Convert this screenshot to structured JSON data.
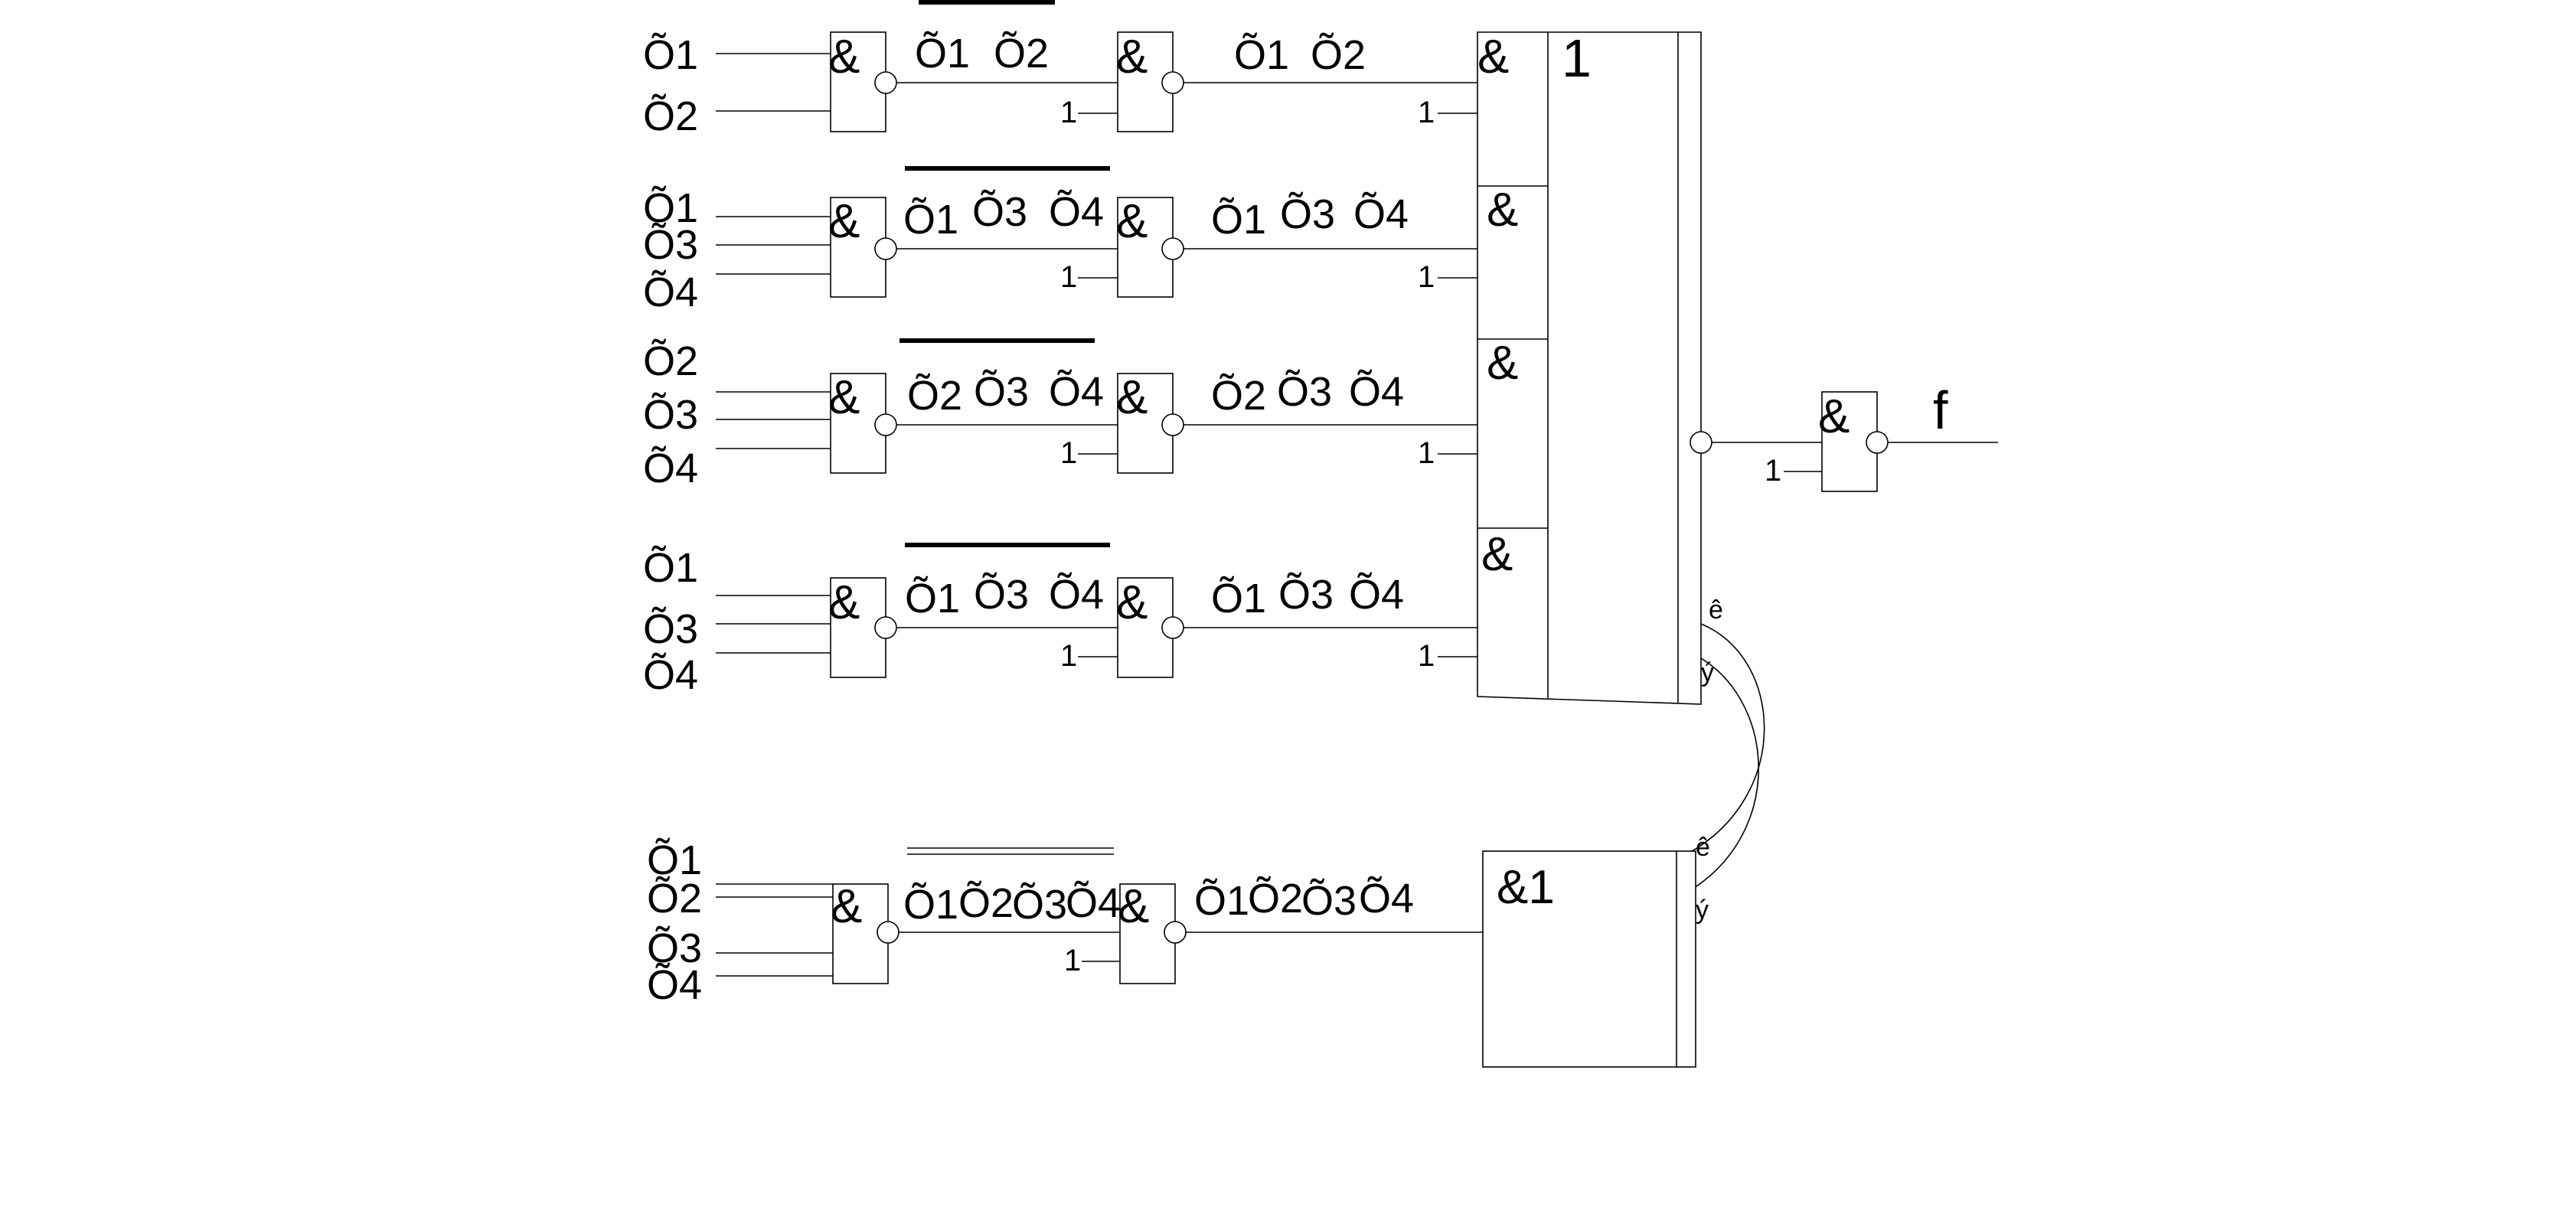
{
  "gate_symbols": {
    "and": "&",
    "or": "1",
    "constant_one": "1",
    "output": "f",
    "tri_k": "ê",
    "tri_y": "ý",
    "and_one": "&1"
  },
  "rows": [
    {
      "inputs": [
        "Õ1",
        "Õ2"
      ],
      "nand_terms": [
        "Õ1",
        "Õ2"
      ],
      "and_terms": [
        "Õ1",
        "Õ2"
      ]
    },
    {
      "inputs": [
        "Õ1",
        "Õ3",
        "Õ4"
      ],
      "nand_terms": [
        "Õ1",
        "Õ3",
        "Õ4"
      ],
      "and_terms": [
        "Õ1",
        "Õ3",
        "Õ4"
      ]
    },
    {
      "inputs": [
        "Õ2",
        "Õ3",
        "Õ4"
      ],
      "nand_terms": [
        "Õ2",
        "Õ3",
        "Õ4"
      ],
      "and_terms": [
        "Õ2",
        "Õ3",
        "Õ4"
      ]
    },
    {
      "inputs": [
        "Õ1",
        "Õ3",
        "Õ4"
      ],
      "nand_terms": [
        "Õ1",
        "Õ3",
        "Õ4"
      ],
      "and_terms": [
        "Õ1",
        "Õ3",
        "Õ4"
      ]
    },
    {
      "inputs": [
        "Õ1",
        "Õ2",
        "Õ3",
        "Õ4"
      ],
      "nand_terms": [
        "Õ1",
        "Õ2",
        "Õ3",
        "Õ4"
      ],
      "and_terms": [
        "Õ1",
        "Õ2",
        "Õ3",
        "Õ4"
      ]
    }
  ]
}
